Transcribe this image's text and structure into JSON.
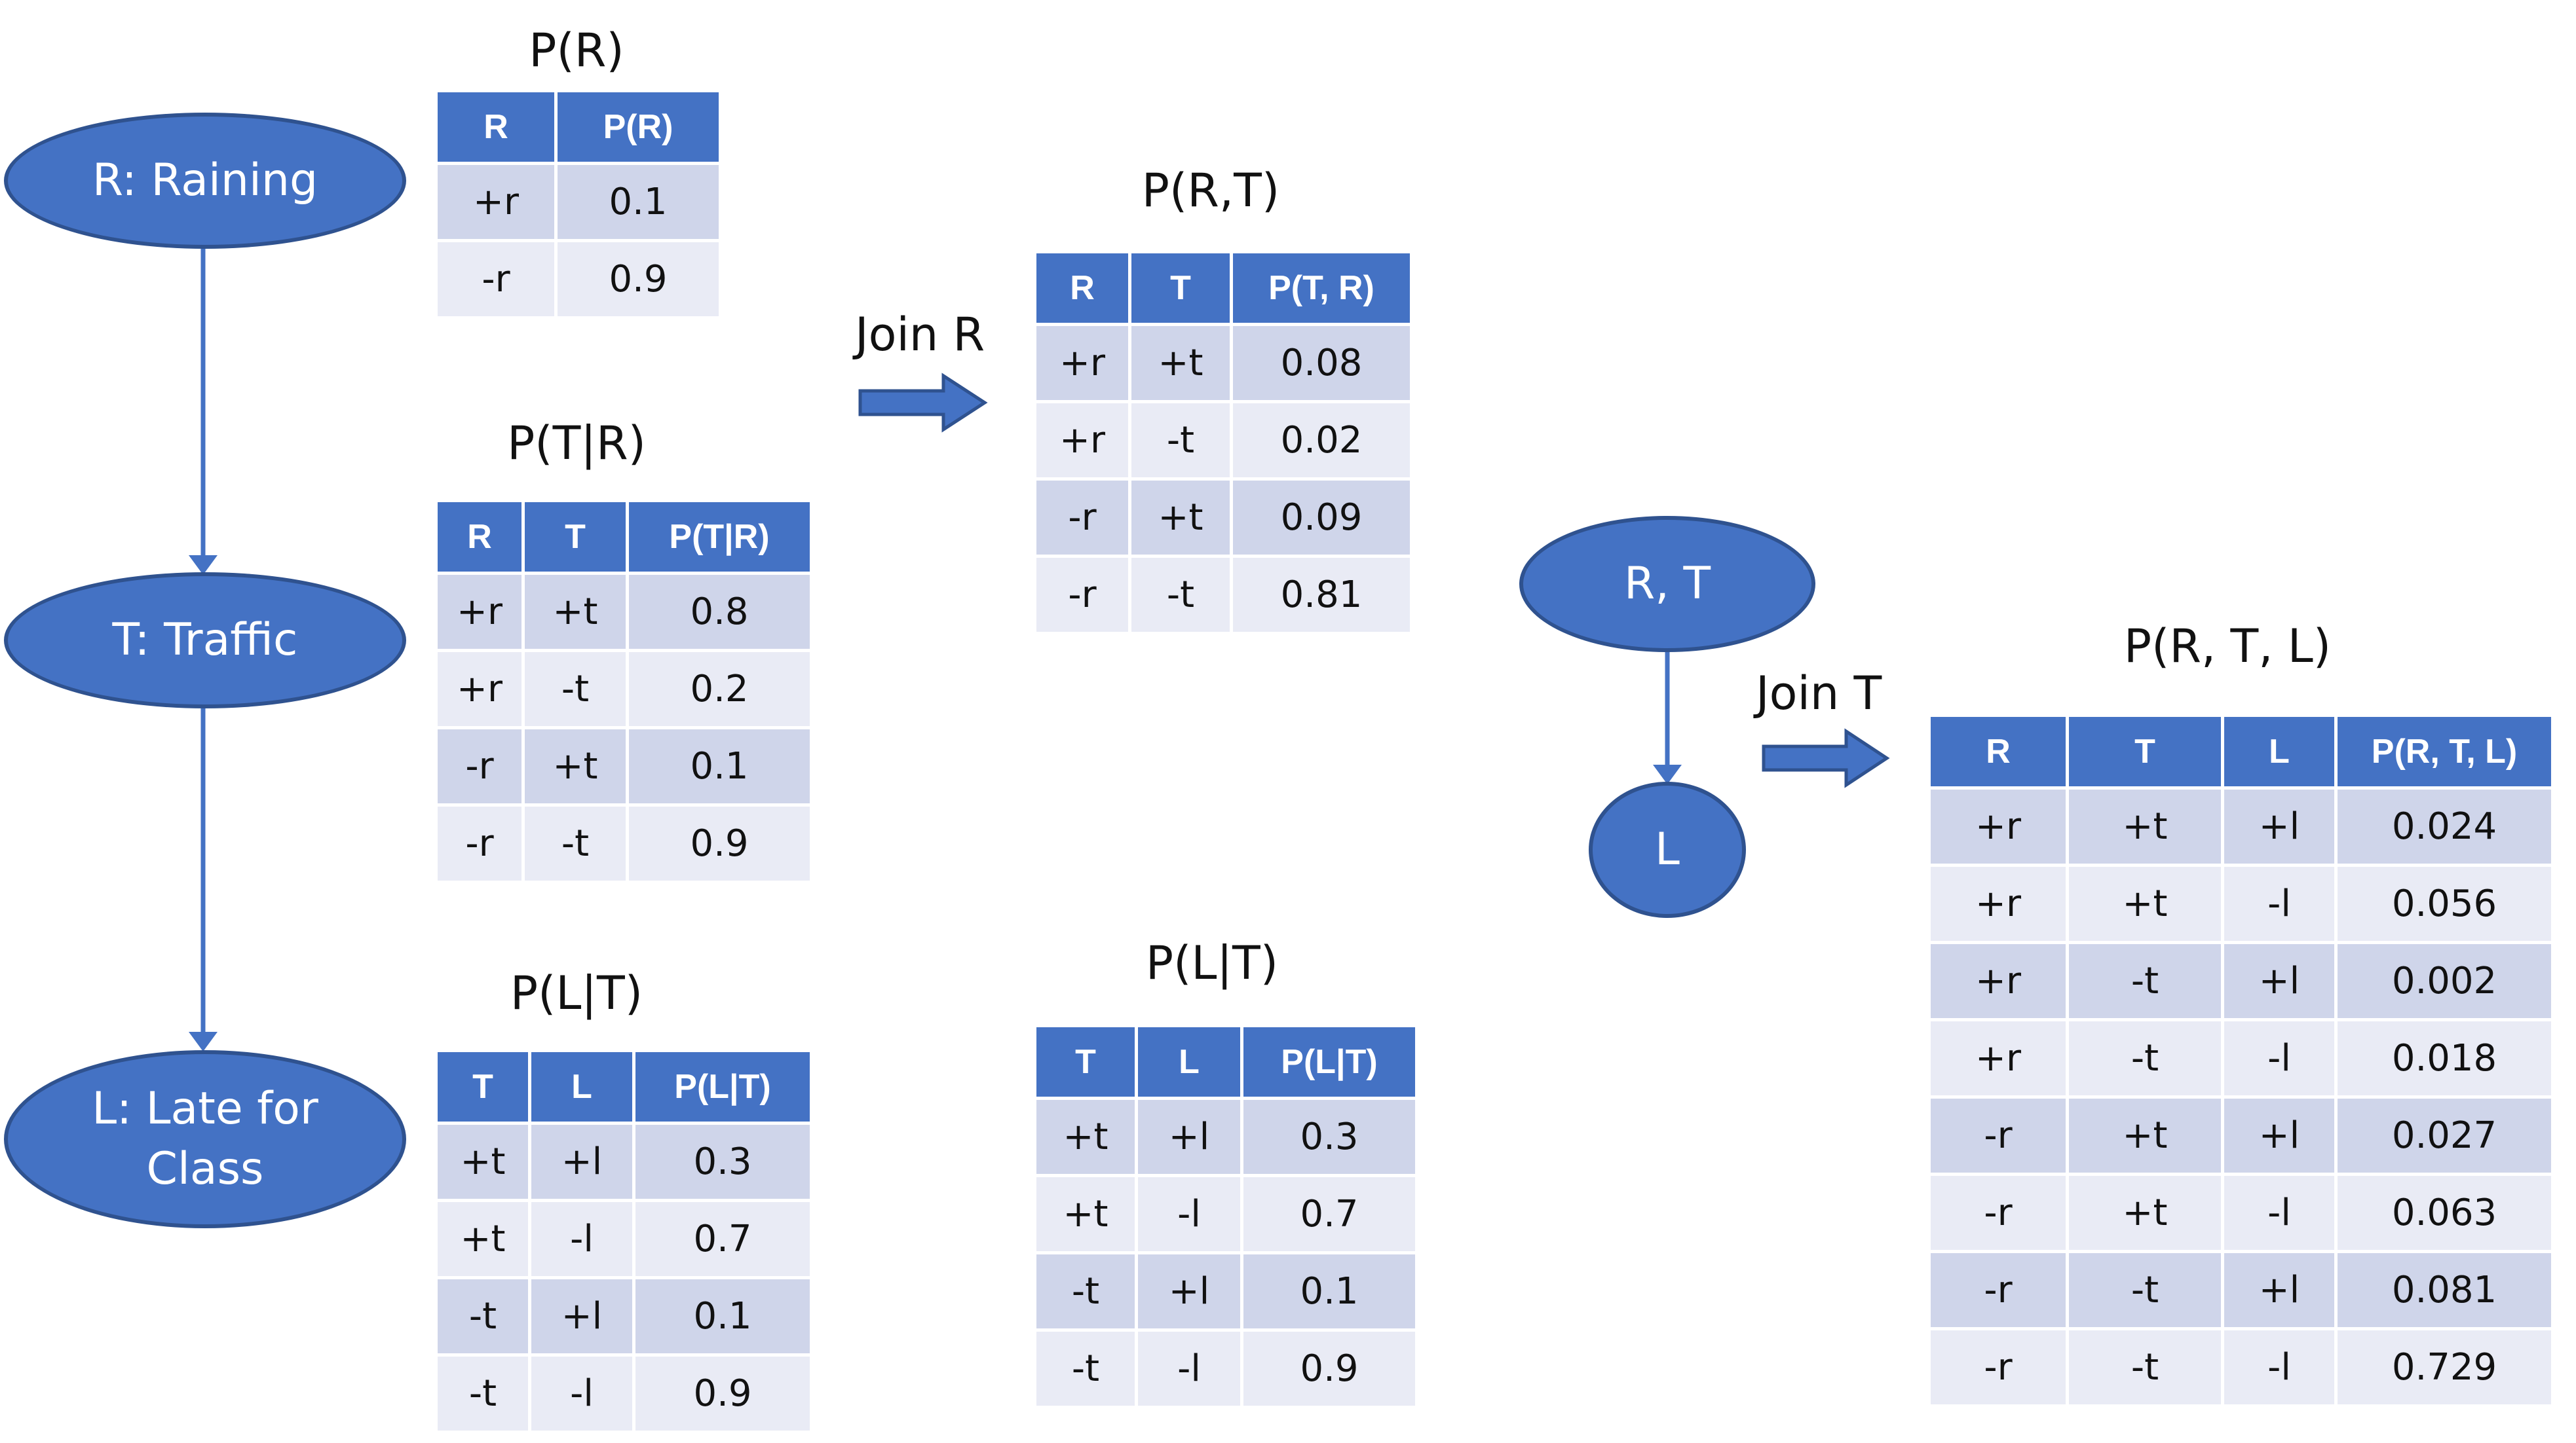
{
  "network": {
    "nodes": {
      "r": "R: Raining",
      "t": "T: Traffic",
      "l": "L: Late for Class"
    }
  },
  "tables": {
    "p_r": {
      "title": "P(R)",
      "columns": [
        "R",
        "P(R)"
      ],
      "rows": [
        [
          "+r",
          "0.1"
        ],
        [
          "-r",
          "0.9"
        ]
      ]
    },
    "p_t_given_r": {
      "title": "P(T|R)",
      "columns": [
        "R",
        "T",
        "P(T|R)"
      ],
      "rows": [
        [
          "+r",
          "+t",
          "0.8"
        ],
        [
          "+r",
          "-t",
          "0.2"
        ],
        [
          "-r",
          "+t",
          "0.1"
        ],
        [
          "-r",
          "-t",
          "0.9"
        ]
      ]
    },
    "p_l_given_t": {
      "title": "P(L|T)",
      "columns": [
        "T",
        "L",
        "P(L|T)"
      ],
      "rows": [
        [
          "+t",
          "+l",
          "0.3"
        ],
        [
          "+t",
          "-l",
          "0.7"
        ],
        [
          "-t",
          "+l",
          "0.1"
        ],
        [
          "-t",
          "-l",
          "0.9"
        ]
      ]
    },
    "p_rt": {
      "title": "P(R,T)",
      "columns": [
        "R",
        "T",
        "P(T, R)"
      ],
      "rows": [
        [
          "+r",
          "+t",
          "0.08"
        ],
        [
          "+r",
          "-t",
          "0.02"
        ],
        [
          "-r",
          "+t",
          "0.09"
        ],
        [
          "-r",
          "-t",
          "0.81"
        ]
      ]
    },
    "p_l_given_t_2": {
      "title": "P(L|T)",
      "columns": [
        "T",
        "L",
        "P(L|T)"
      ],
      "rows": [
        [
          "+t",
          "+l",
          "0.3"
        ],
        [
          "+t",
          "-l",
          "0.7"
        ],
        [
          "-t",
          "+l",
          "0.1"
        ],
        [
          "-t",
          "-l",
          "0.9"
        ]
      ]
    },
    "p_rtl": {
      "title": "P(R, T, L)",
      "columns": [
        "R",
        "T",
        "L",
        "P(R, T, L)"
      ],
      "rows": [
        [
          "+r",
          "+t",
          "+l",
          "0.024"
        ],
        [
          "+r",
          "+t",
          "-l",
          "0.056"
        ],
        [
          "+r",
          "-t",
          "+l",
          "0.002"
        ],
        [
          "+r",
          "-t",
          "-l",
          "0.018"
        ],
        [
          "-r",
          "+t",
          "+l",
          "0.027"
        ],
        [
          "-r",
          "+t",
          "-l",
          "0.063"
        ],
        [
          "-r",
          "-t",
          "+l",
          "0.081"
        ],
        [
          "-r",
          "-t",
          "-l",
          "0.729"
        ]
      ]
    }
  },
  "operations": {
    "join_r": "Join R",
    "join_t": "Join T"
  },
  "reduced_network": {
    "nodes": {
      "rt": "R, T",
      "l": "L"
    }
  },
  "colors": {
    "node_fill": "#4472c4",
    "node_border": "#2f528f",
    "header_fill": "#4472c4",
    "row_dark": "#cfd5ea",
    "row_light": "#e9ebf5"
  }
}
